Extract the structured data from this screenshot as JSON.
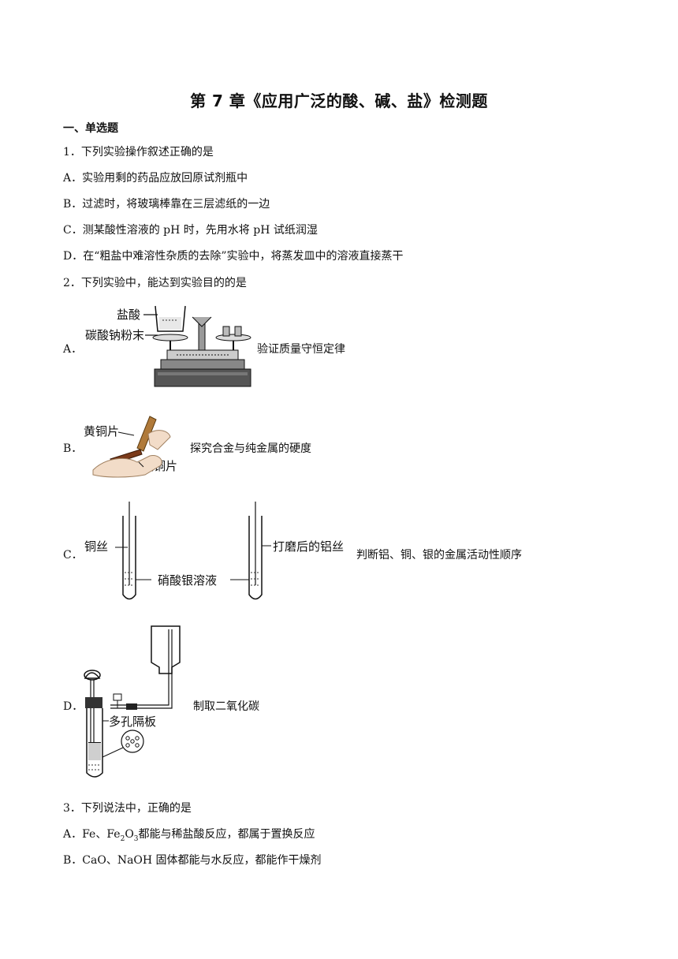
{
  "title": "第 7 章《应用广泛的酸、碱、盐》检测题",
  "section": "一、单选题",
  "q1": {
    "stem": "1．下列实验操作叙述正确的是",
    "A": "A．实验用剩的药品应放回原试剂瓶中",
    "B": "B．过滤时，将玻璃棒靠在三层滤纸的一边",
    "C": "C．测某酸性溶液的 pH 时，先用水将 pH 试纸润湿",
    "D": "D．在“粗盐中难溶性杂质的去除”实验中，将蒸发皿中的溶液直接蒸干"
  },
  "q2": {
    "stem": "2．下列实验中，能达到实验目的的是",
    "A": {
      "letter": "A．",
      "desc": "验证质量守恒定律",
      "fig_labels": [
        "盐酸",
        "碳酸钠粉末"
      ]
    },
    "B": {
      "letter": "B．",
      "desc": "探究合金与纯金属的硬度",
      "fig_labels": [
        "黄铜片",
        "纯铜片"
      ]
    },
    "C": {
      "letter": "C．",
      "desc": "判断铝、铜、银的金属活动性顺序",
      "fig_labels": [
        "铜丝",
        "硝酸银溶液",
        "打磨后的铝丝"
      ]
    },
    "D": {
      "letter": "D．",
      "desc": "制取二氧化碳",
      "fig_labels": [
        "多孔隔板"
      ]
    }
  },
  "q3": {
    "stem": "3．下列说法中，正确的是",
    "A": {
      "p1": "A．Fe、Fe",
      "sub1": "2",
      "p2": "O",
      "sub2": "3",
      "p3": "都能与稀盐酸反应，都属于置换反应"
    },
    "B": "B．CaO、NaOH 固体都能与水反应，都能作干燥剂"
  }
}
